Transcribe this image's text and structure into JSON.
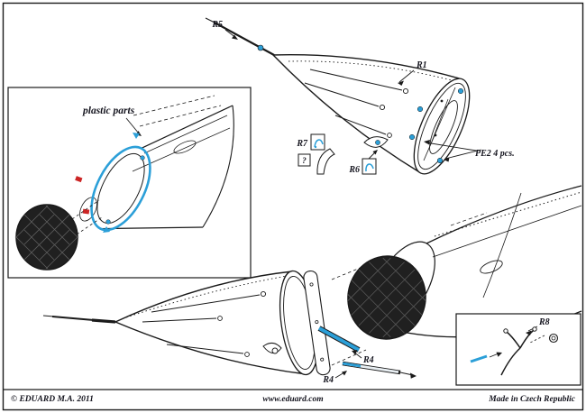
{
  "colors": {
    "pe_blue": "#2b9fd8",
    "red_marker": "#cc2525",
    "ink": "#1a1a1a",
    "mesh_fill": "#202020"
  },
  "diagram": {
    "top_assembly": {
      "probe_label": "R5",
      "cone_label": "R1",
      "pe_label": "PE2  4 pcs.",
      "part_r7": "R7",
      "unknown_marker": "?",
      "part_r6": "R6"
    },
    "plastic_inset": {
      "title": "plastic parts"
    },
    "bottom_assembly": {
      "part_r4_upper": "R4",
      "part_r4_lower": "R4"
    },
    "r8_inset": {
      "part_r8": "R8"
    }
  },
  "footer": {
    "copyright": "© EDUARD  M.A. 2011",
    "website": "www.eduard.com",
    "made_in": "Made in Czech Republic"
  }
}
